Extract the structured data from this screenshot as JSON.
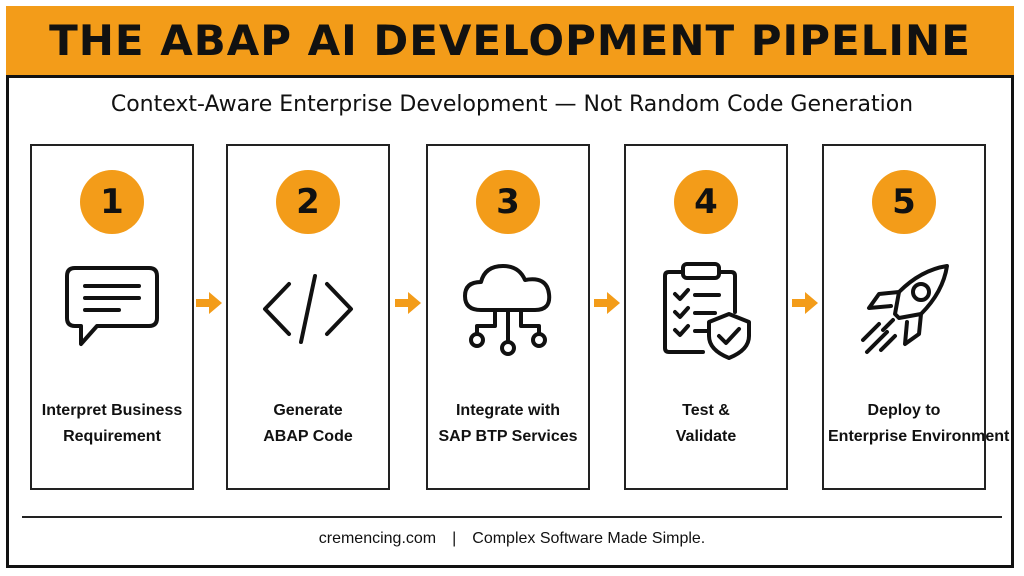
{
  "title": "THE ABAP AI DEVELOPMENT PIPELINE",
  "subtitle": "Context-Aware Enterprise Development — Not Random Code Generation",
  "steps": [
    {
      "number": "1",
      "icon": "chat-bubble-icon",
      "line1": "Interpret Business",
      "line2": "Requirement"
    },
    {
      "number": "2",
      "icon": "code-brackets-icon",
      "line1": "Generate",
      "line2": "ABAP Code"
    },
    {
      "number": "3",
      "icon": "cloud-network-icon",
      "line1": "Integrate with",
      "line2": "SAP BTP Services"
    },
    {
      "number": "4",
      "icon": "clipboard-shield-icon",
      "line1": "Test &",
      "line2": "Validate"
    },
    {
      "number": "5",
      "icon": "rocket-icon",
      "line1": "Deploy to",
      "line2": "Enterprise Environment"
    }
  ],
  "footer": {
    "site": "cremencing.com",
    "separator": "|",
    "tagline": "Complex Software Made Simple."
  },
  "colors": {
    "accent": "#F39C19",
    "ink": "#111111",
    "background": "#FFFFFF"
  }
}
